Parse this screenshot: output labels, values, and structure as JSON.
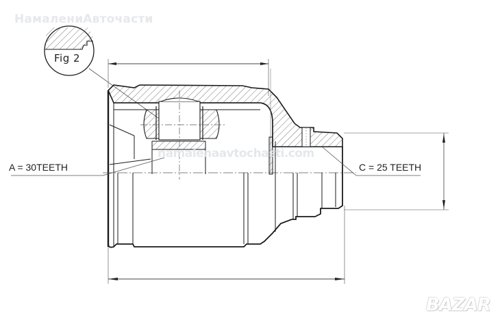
{
  "watermarks": {
    "top_text": "НамалениАвточасти",
    "middle_text": "namalenaavtochasti.com",
    "brand_logo": "BAZAR"
  },
  "detail_view": {
    "label": "Fig 2"
  },
  "callouts": {
    "inner_spline": "A = 30TEETH",
    "outer_spline": "C = 25 TEETH"
  },
  "dimensions": {
    "top_dim_label": "",
    "bottom_dim_label": "",
    "right_dim_label": ""
  },
  "colors": {
    "line": "#1a1a1a",
    "hatch": "#555555",
    "thin_line": "#666666",
    "background": "#ffffff"
  }
}
